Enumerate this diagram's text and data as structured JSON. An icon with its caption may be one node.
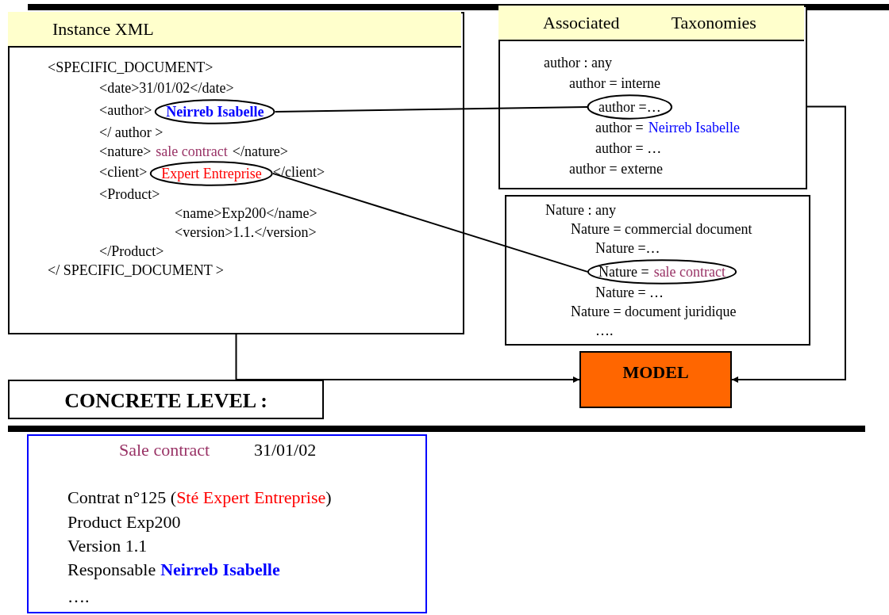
{
  "diagram": {
    "nodes": [
      {
        "text": [
          "Instance XML",
          "<SPECIFIC_DOCUMENT>",
          "<date>31/01/02</date>",
          "<author>",
          "</ author >",
          "<nature>",
          "sale contract",
          "</nature>",
          "<client>",
          "</client>",
          "<Product>",
          "<name>Exp200</name>",
          "<version>1.1.</version>",
          "</Product>",
          "</ SPECIFIC_DOCUMENT >"
        ]
      },
      {
        "text": [
          "Neirreb Isabelle"
        ],
        "in": 0
      },
      {
        "text": [
          "Expert Entreprise"
        ],
        "in": 0
      },
      {
        "text": [
          "Associated Taxonomies",
          "author : any",
          "author = interne",
          "author =",
          "Neirreb Isabelle",
          "author =  …",
          "author =  externe"
        ]
      },
      {
        "text": [
          "author =…"
        ],
        "in": 3
      },
      {
        "text": [
          "Nature : any",
          "Nature = commercial document",
          "Nature =…",
          "Nature =  …",
          "Nature = document juridique",
          "…."
        ]
      },
      {
        "text": [
          "Nature =",
          "sale contract"
        ],
        "in": 5
      },
      {
        "text": [
          "MODEL"
        ]
      },
      {
        "text": [
          "CONCRETE LEVEL :"
        ]
      },
      {
        "text": [
          "Sale contract",
          "31/01/02",
          "Contrat n°125 (",
          "Sté Expert Entreprise",
          ")",
          "Product Exp200",
          "Version 1.1",
          "Responsable",
          "Neirreb Isabelle",
          "…."
        ]
      }
    ],
    "edges": [
      {
        "from": 1,
        "to": 4,
        "arrow": "none"
      },
      {
        "from": 2,
        "to": 6,
        "arrow": "none"
      },
      {
        "from": 0,
        "to": 7,
        "arrow": "to"
      },
      {
        "from": 3,
        "to": 7,
        "arrow": "to"
      }
    ]
  }
}
